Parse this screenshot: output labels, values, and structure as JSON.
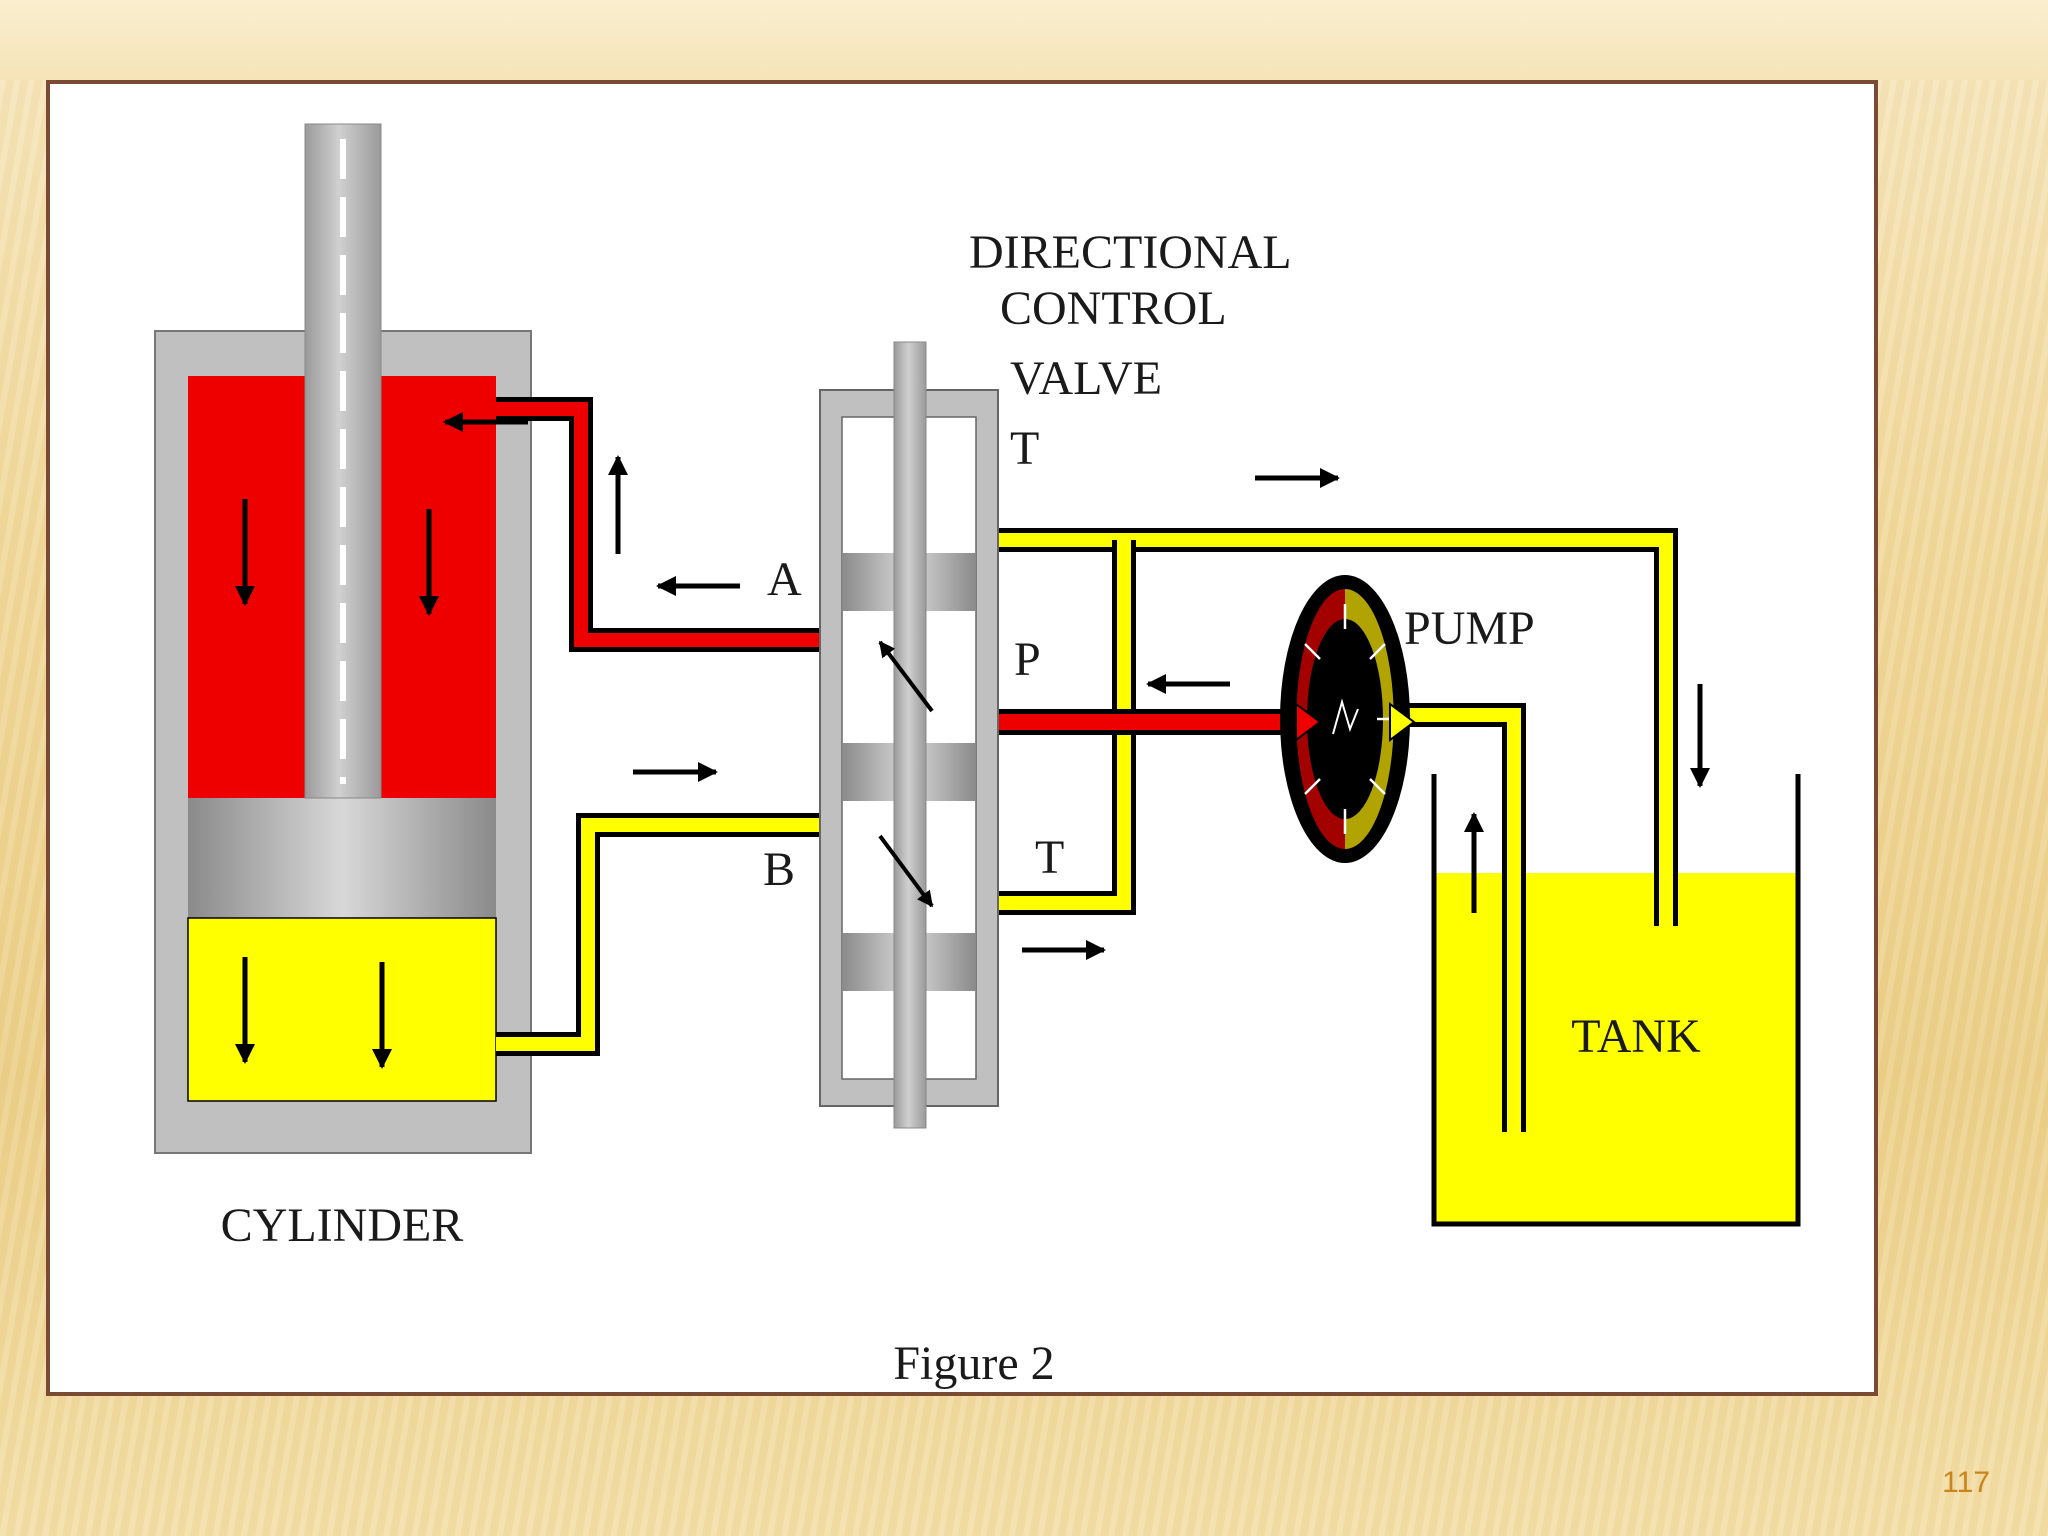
{
  "diagram": {
    "labels": {
      "valve_title_line1": "DIRECTIONAL",
      "valve_title_line2": "CONTROL",
      "valve_title_line3": "VALVE",
      "port_t_top": "T",
      "port_a": "A",
      "port_p": "P",
      "port_b": "B",
      "port_t_bottom": "T",
      "pump": "PUMP",
      "tank": "TANK",
      "cylinder": "CYLINDER",
      "figure_caption": "Figure 2"
    },
    "colors": {
      "pressure_fluid": "#ee0000",
      "return_fluid": "#ffff00",
      "housing_gray": "#c0c0c0",
      "line_black": "#000000",
      "frame_border": "#7a4a35"
    }
  },
  "slide": {
    "page_number": "117"
  }
}
